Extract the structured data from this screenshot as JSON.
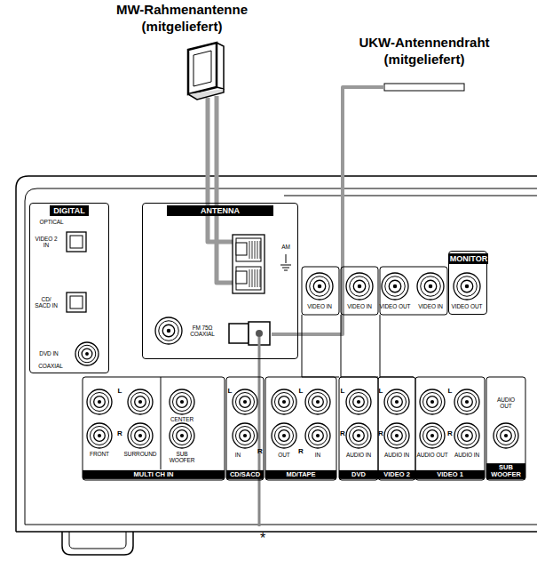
{
  "diagram": {
    "nodes": [
      {
        "text": [
          "DIGITAL"
        ]
      },
      {
        "text": [
          "ANTENNA"
        ]
      },
      {
        "text": [
          "MONITOR"
        ]
      }
    ],
    "labels": [
      "MW-Rahmenantenne (mitgeliefert)",
      "UKW-Antennendraht (mitgeliefert)",
      "OPTICAL",
      "VIDEO 2 IN",
      "CD/ SACD IN",
      "DVD IN",
      "COAXIAL",
      "AM",
      "FM 75Ω COAXIAL",
      "VIDEO IN",
      "VIDEO IN",
      "VIDEO OUT",
      "VIDEO IN",
      "VIDEO OUT",
      "L",
      "R",
      "FRONT",
      "SURROUND",
      "CENTER",
      "SUB WOOFER",
      "MULTI CH IN",
      "L",
      "IN",
      "R",
      "CD/SACD",
      "L",
      "OUT",
      "R",
      "IN",
      "MD/TAPE",
      "L",
      "R",
      "AUDIO IN",
      "DVD",
      "L",
      "R",
      "AUDIO IN",
      "VIDEO 2",
      "L",
      "R",
      "AUDIO OUT",
      "AUDIO IN",
      "VIDEO 1",
      "AUDIO OUT",
      "SUB WOOFER",
      "*"
    ]
  }
}
